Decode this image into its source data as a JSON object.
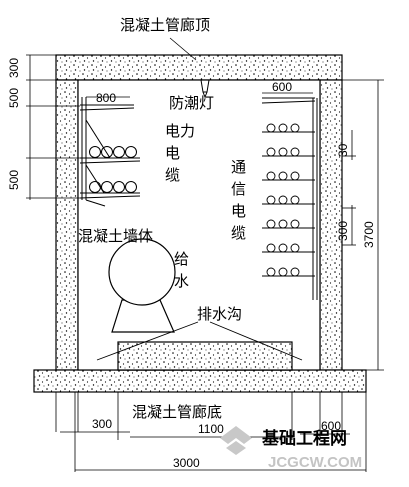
{
  "labels": {
    "roof": "混凝土管廊顶",
    "floor": "混凝土管廊底",
    "wall": "混凝土墙体",
    "lamp": "防潮灯",
    "power_cable": "电力电缆",
    "comm_cable": "通信电缆",
    "water_supply": "给水",
    "drain_ditch": "排水沟"
  },
  "dimensions": {
    "roof_thickness": "300",
    "top_space": "500",
    "tray_spacing_left": "500",
    "tray_width_left": "800",
    "tray_width_right": "600",
    "tray_spacing_right_small": "30",
    "tray_spacing_right": "300",
    "inner_height": "3700",
    "wall_thickness": "300",
    "ditch_width": "1100",
    "bottom_right": "600",
    "total_width": "3000"
  },
  "watermark": {
    "site_name": "基础工程网",
    "site_url": "JCGCW.COM"
  },
  "colors": {
    "line": "#000000",
    "concrete_fill": "#ffffff",
    "watermark": "#c0c0c0"
  }
}
